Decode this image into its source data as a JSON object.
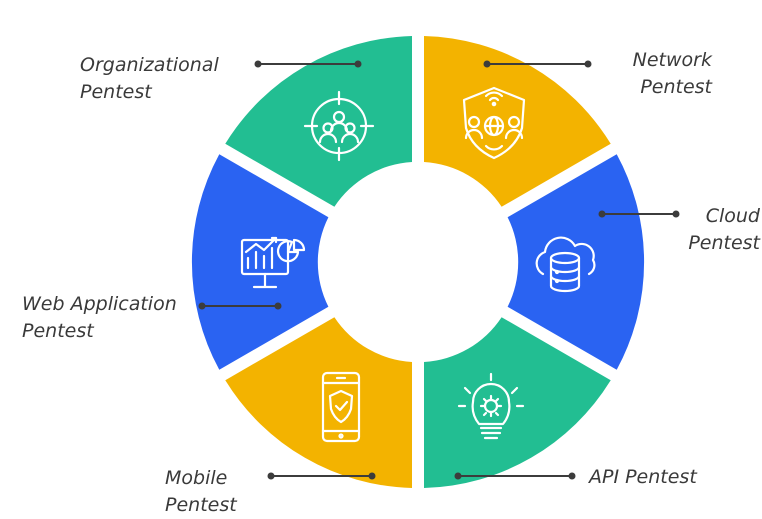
{
  "colors": {
    "green": "#22be92",
    "yellow": "#f3b300",
    "blue": "#2a63f2",
    "connector": "#3c3c3c",
    "icon_stroke": "#ffffff",
    "label_text": "#3a3a3a"
  },
  "segments": [
    {
      "key": "organizational",
      "color": "green",
      "icon": "team-target-icon",
      "label_lines": [
        "Organizational",
        "Pentest"
      ]
    },
    {
      "key": "network",
      "color": "yellow",
      "icon": "network-shield-icon",
      "label_lines": [
        "Network",
        "Pentest"
      ]
    },
    {
      "key": "cloud",
      "color": "blue",
      "icon": "cloud-database-icon",
      "label_lines": [
        "Cloud",
        "Pentest"
      ]
    },
    {
      "key": "api",
      "color": "green",
      "icon": "lightbulb-gear-icon",
      "label_lines": [
        "API Pentest"
      ]
    },
    {
      "key": "mobile",
      "color": "yellow",
      "icon": "mobile-shield-icon",
      "label_lines": [
        "Mobile",
        "Pentest"
      ]
    },
    {
      "key": "web",
      "color": "blue",
      "icon": "web-analytics-icon",
      "label_lines": [
        "Web Application",
        "Pentest"
      ]
    }
  ]
}
